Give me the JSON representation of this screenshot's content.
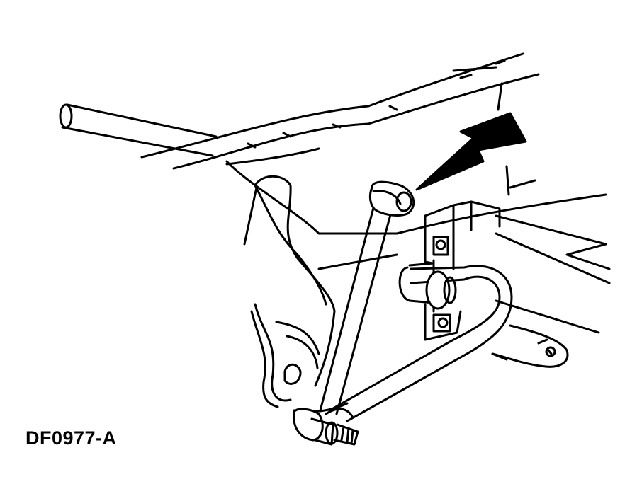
{
  "figure": {
    "code": "DF0977-A",
    "colors": {
      "line": "#000000",
      "fill": "#ffffff"
    },
    "parts": [
      "frame-rail",
      "brake-line-tube",
      "stabilizer-bar",
      "stabilizer-bar-link",
      "stabilizer-bar-bracket",
      "stabilizer-bar-bushing",
      "lower-control-arm",
      "direction-arrow-icon"
    ]
  }
}
